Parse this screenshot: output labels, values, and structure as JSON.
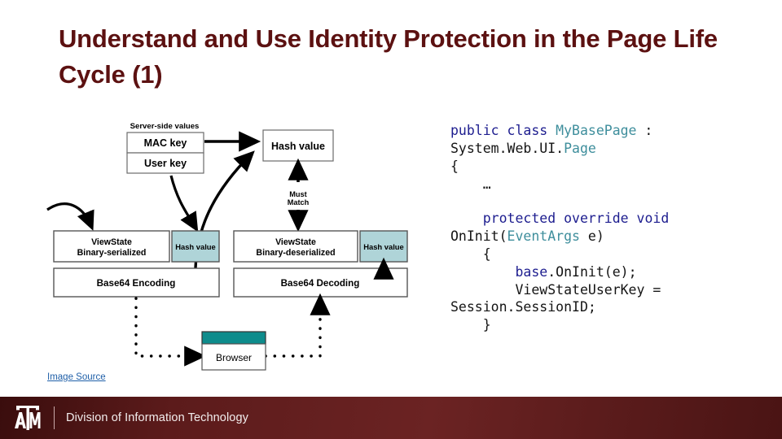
{
  "slide": {
    "title": "Understand and Use Identity Protection in the Page Life Cycle (1)",
    "title_color": "#5C1111"
  },
  "diagram": {
    "name": "viewstate-mac-flow-diagram",
    "caption_link": "Image Source",
    "labels": {
      "server_side_values": "Server-side values",
      "mac_key": "MAC key",
      "user_key": "User key",
      "hash_value_top": "Hash value",
      "must_match": "Must Match",
      "viewstate_serialized_line1": "ViewState",
      "viewstate_serialized_line2": "Binary-serialized",
      "hash_value_left": "Hash value",
      "base64_encoding": "Base64 Encoding",
      "viewstate_deserialized_line1": "ViewState",
      "viewstate_deserialized_line2": "Binary-deserialized",
      "hash_value_right": "Hash value",
      "base64_decoding": "Base64 Decoding",
      "browser": "Browser"
    },
    "colors": {
      "hash_fill": "#AFD4D8",
      "browser_header": "#0E8C8C",
      "box_stroke": "#555555",
      "arrow": "#000000"
    }
  },
  "code": {
    "language": "csharp",
    "colors": {
      "keyword": "#1D1D8F",
      "type": "#3E8E9C",
      "plain": "#141414"
    },
    "lines": [
      {
        "tokens": [
          {
            "t": "public",
            "c": "kw"
          },
          {
            "t": " ",
            "c": "pln"
          },
          {
            "t": "class",
            "c": "kw"
          },
          {
            "t": " ",
            "c": "pln"
          },
          {
            "t": "MyBasePage",
            "c": "typ"
          },
          {
            "t": " : System.Web.UI.",
            "c": "pln"
          },
          {
            "t": "Page",
            "c": "typ"
          }
        ]
      },
      {
        "tokens": [
          {
            "t": "{",
            "c": "pln"
          }
        ]
      },
      {
        "tokens": [
          {
            "t": "    …",
            "c": "pln"
          }
        ]
      },
      {
        "blank": true
      },
      {
        "tokens": [
          {
            "t": "    ",
            "c": "pln"
          },
          {
            "t": "protected",
            "c": "kw"
          },
          {
            "t": " ",
            "c": "pln"
          },
          {
            "t": "override",
            "c": "kw"
          },
          {
            "t": " ",
            "c": "pln"
          },
          {
            "t": "void",
            "c": "kw"
          },
          {
            "t": " OnInit(",
            "c": "pln"
          },
          {
            "t": "EventArgs",
            "c": "typ"
          },
          {
            "t": " e)",
            "c": "pln"
          }
        ]
      },
      {
        "tokens": [
          {
            "t": "    {",
            "c": "pln"
          }
        ]
      },
      {
        "tokens": [
          {
            "t": "        ",
            "c": "pln"
          },
          {
            "t": "base",
            "c": "kw"
          },
          {
            "t": ".OnInit(e);",
            "c": "pln"
          }
        ]
      },
      {
        "tokens": [
          {
            "t": "        ViewStateUserKey = Session.SessionID;",
            "c": "pln"
          }
        ]
      },
      {
        "tokens": [
          {
            "t": "    }",
            "c": "pln"
          }
        ]
      }
    ]
  },
  "footer": {
    "logo_alt": "texas-am-logo",
    "text": "Division of Information Technology",
    "bar_color": "#5C1B1B"
  }
}
